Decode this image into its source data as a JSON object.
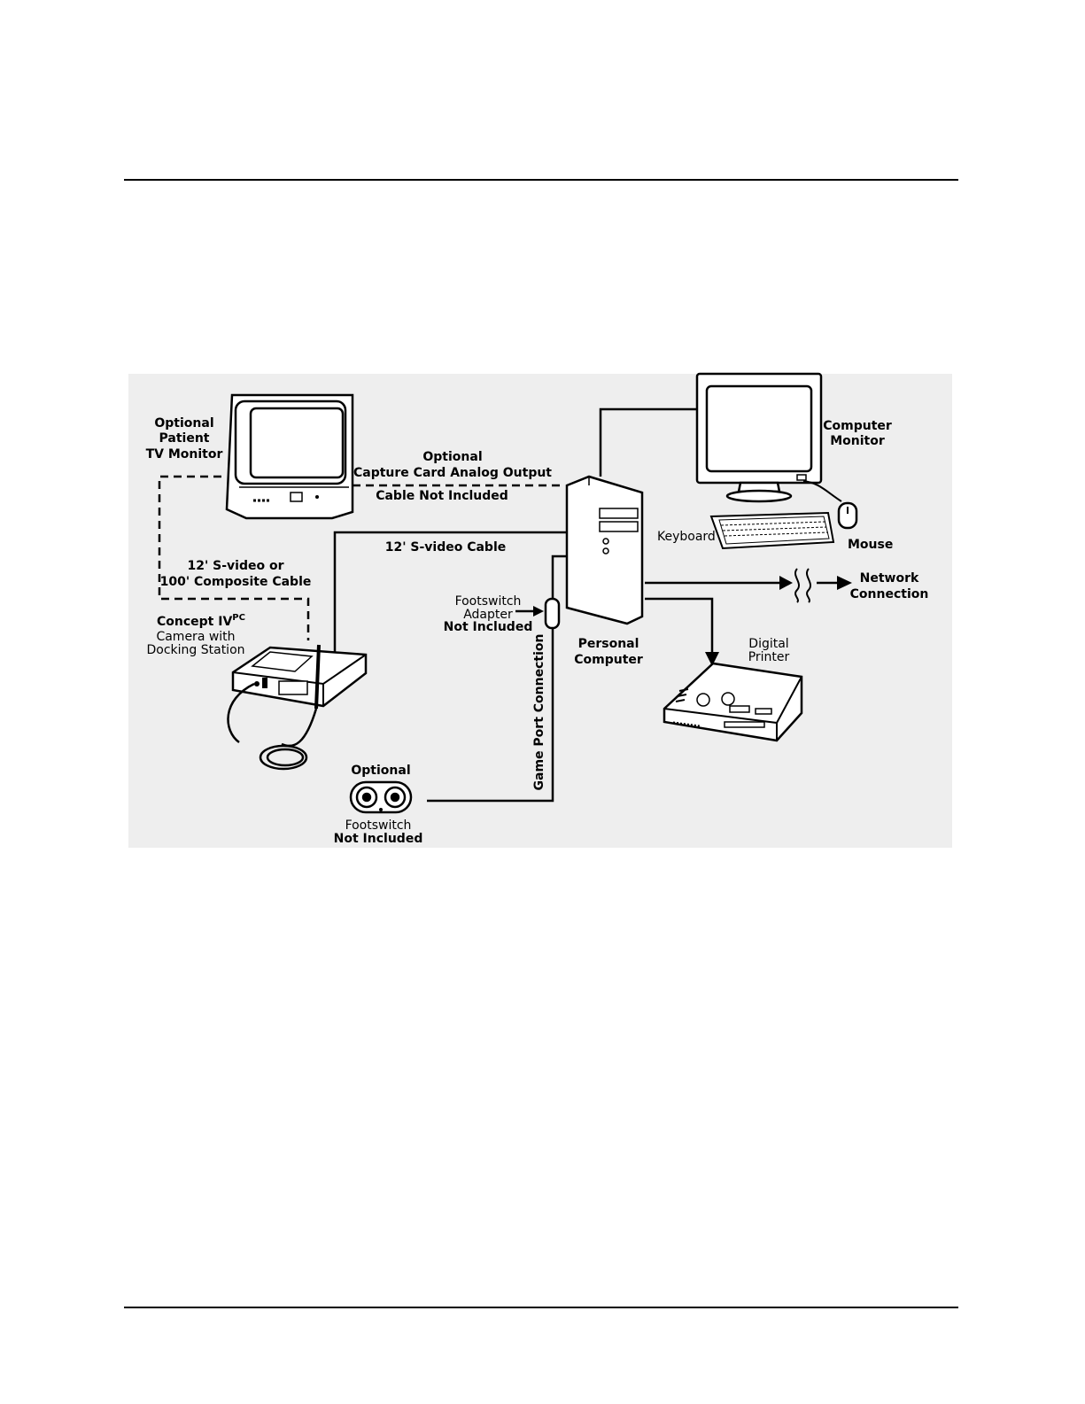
{
  "labels": {
    "tv_monitor": [
      "Optional",
      "Patient",
      "TV Monitor"
    ],
    "capture_card": [
      "Optional",
      "Capture Card Analog Output"
    ],
    "cable_not_included": "Cable Not Included",
    "svideo_cable": "12' S-video Cable",
    "svideo_composite": [
      "12' S-video or",
      "100' Composite Cable"
    ],
    "camera": {
      "name": "Concept IV",
      "superscript": "PC",
      "lines": [
        "Camera with",
        "Docking Station"
      ]
    },
    "footswitch_adapter": [
      "Footswitch",
      "Adapter",
      "Not Included"
    ],
    "game_port": "Game Port Connection",
    "personal_computer": [
      "Personal",
      "Computer"
    ],
    "computer_monitor": [
      "Computer",
      "Monitor"
    ],
    "keyboard": "Keyboard",
    "mouse": "Mouse",
    "network": [
      "Network",
      "Connection"
    ],
    "printer": [
      "Digital",
      "Printer"
    ],
    "footswitch_optional": "Optional",
    "footswitch": [
      "Footswitch",
      "Not Included"
    ]
  },
  "colors": {
    "diagram_bg": "#eeeeee",
    "line": "#000000",
    "device_fill": "#ffffff"
  }
}
